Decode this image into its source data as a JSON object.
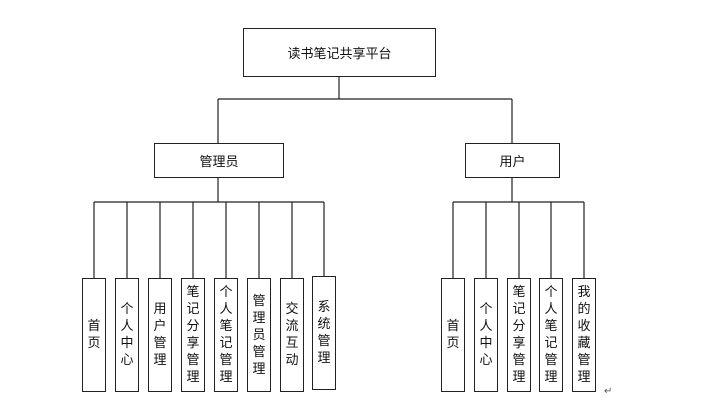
{
  "root": {
    "label": "读书笔记共享平台"
  },
  "branches": [
    {
      "key": "admin",
      "label": "管理员",
      "children": [
        "首页",
        "个人中心",
        "用户管理",
        "笔记分享管理",
        "个人笔记管理",
        "管理员管理",
        "交流互动",
        "系统管理"
      ]
    },
    {
      "key": "user",
      "label": "用户",
      "children": [
        "首页",
        "个人中心",
        "笔记分享管理",
        "个人笔记管理",
        "我的收藏管理"
      ]
    }
  ],
  "paragraph_mark": "↵"
}
